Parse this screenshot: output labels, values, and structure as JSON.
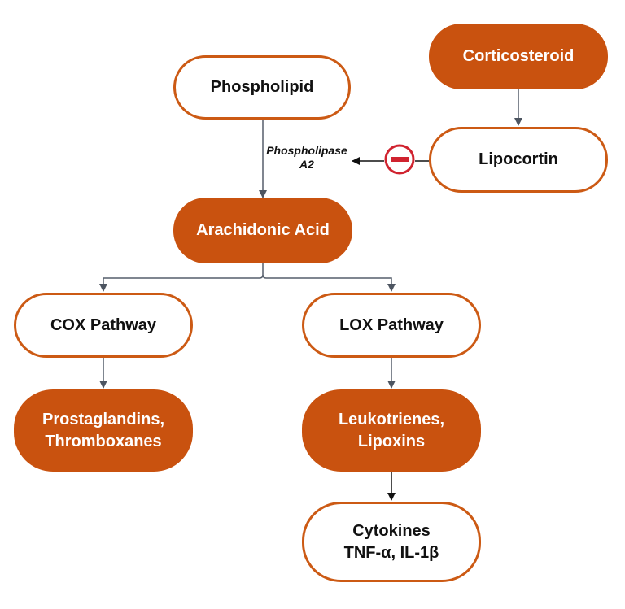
{
  "colors": {
    "accent": "#c9520f",
    "outline": "#cc5a14",
    "connector": "#555e6b",
    "inhibit": "#d0232f"
  },
  "nodes": {
    "phospholipid": "Phospholipid",
    "corticosteroid": "Corticosteroid",
    "lipocortin": "Lipocortin",
    "arachidonic_acid": "Arachidonic Acid",
    "cox_pathway": "COX Pathway",
    "lox_pathway": "LOX Pathway",
    "prostaglandins": [
      "Prostaglandins,",
      "Thromboxanes"
    ],
    "leukotrienes": [
      "Leukotrienes,",
      "Lipoxins"
    ],
    "cytokines": [
      "Cytokines",
      "TNF-α, IL-1β"
    ]
  },
  "edge_labels": {
    "phospholipase": [
      "Phospholipase",
      "A2"
    ]
  },
  "icons": {
    "inhibit": "inhibit-minus-icon"
  }
}
